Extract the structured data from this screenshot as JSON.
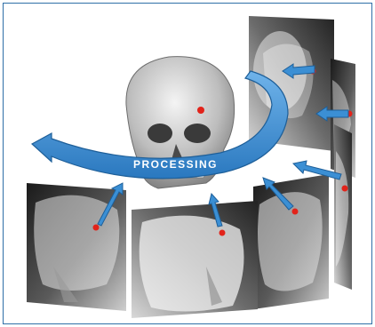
{
  "diagram": {
    "processing_label": "PROCESSING",
    "colors": {
      "border": "#2f6fa8",
      "arrow_blue": "#3b8fd4",
      "arrow_dark": "#1e5f99",
      "marker_red": "#e2231a"
    },
    "icons": [
      "skull-3d",
      "xray-skull-lateral",
      "processing-arc-arrow",
      "pointer-arrow",
      "landmark-marker"
    ]
  }
}
